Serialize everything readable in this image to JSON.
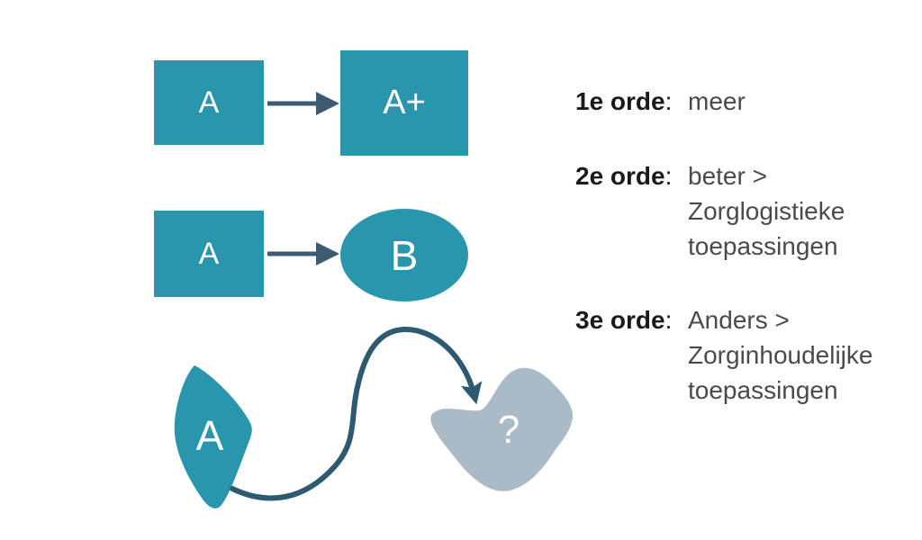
{
  "colors": {
    "background": "#FFFFFF",
    "teal": "#2A96AD",
    "blob_gray": "#ABBAC7",
    "arrow": "#3E5A70",
    "arrow_curved": "#2D5A70",
    "label_text": "#1A1A1A",
    "body_text": "#4A4A4A",
    "shape_letter": "#FFFFFF"
  },
  "diagram": {
    "rows": [
      {
        "from": "A",
        "to": "A+"
      },
      {
        "from": "A",
        "to": "B"
      },
      {
        "from": "A",
        "to": "?"
      }
    ]
  },
  "legend": {
    "entries": [
      {
        "label": "1e orde",
        "colon": ":",
        "lines": [
          "meer"
        ]
      },
      {
        "label": "2e orde",
        "colon": ":",
        "lines": [
          "beter >",
          "Zorglogistieke",
          "toepassingen"
        ]
      },
      {
        "label": "3e orde",
        "colon": ":",
        "lines": [
          "Anders >",
          "Zorginhoudelijke",
          "toepassingen"
        ]
      }
    ]
  }
}
